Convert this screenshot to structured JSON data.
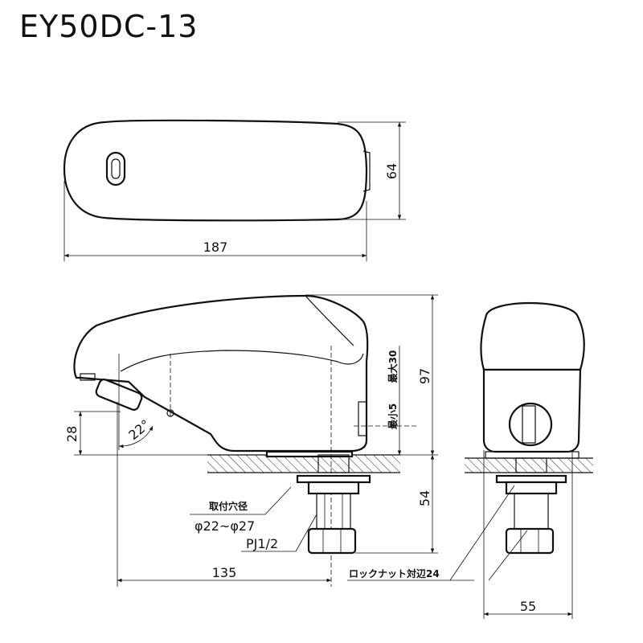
{
  "title": "EY50DC-13",
  "dimensions": {
    "top_width": "187",
    "top_depth": "64",
    "height_total": "97",
    "max_30": "最大30",
    "min_5": "最小5",
    "spout_height": "28",
    "angle": "22°",
    "below_deck": "54",
    "reach": "135",
    "side_width": "55"
  },
  "annotations": {
    "mount_hole_label": "取付穴径",
    "mount_hole_value": "φ22~φ27",
    "thread": "PJ1/2",
    "lock_nut": "ロックナット対辺24"
  },
  "colors": {
    "line": "#111111",
    "fill": "#ffffff"
  }
}
